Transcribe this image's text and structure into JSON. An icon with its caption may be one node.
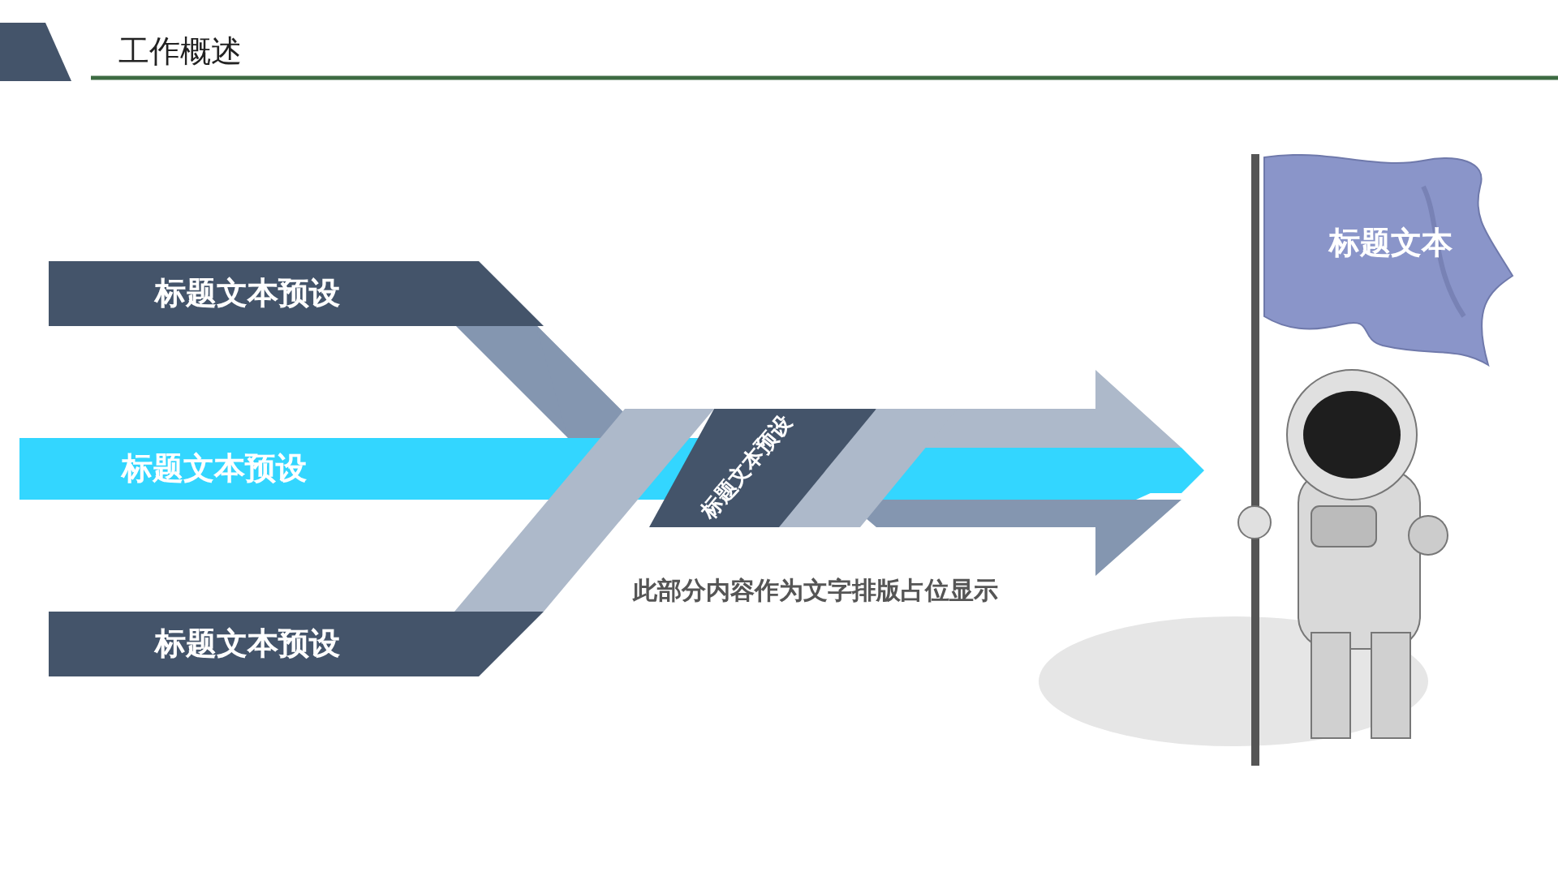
{
  "diagram": {
    "title": "工作概述",
    "nodes": [
      {
        "text": [
          "标题文本预设"
        ]
      },
      {
        "text": [
          "标题文本预设"
        ]
      },
      {
        "text": [
          "标题文本预设"
        ]
      },
      {
        "text": [
          "标题文本预设"
        ]
      },
      {
        "text": [
          "标题文本"
        ]
      }
    ],
    "labels": [
      "此部分内容作为文字排版占位显示"
    ]
  }
}
